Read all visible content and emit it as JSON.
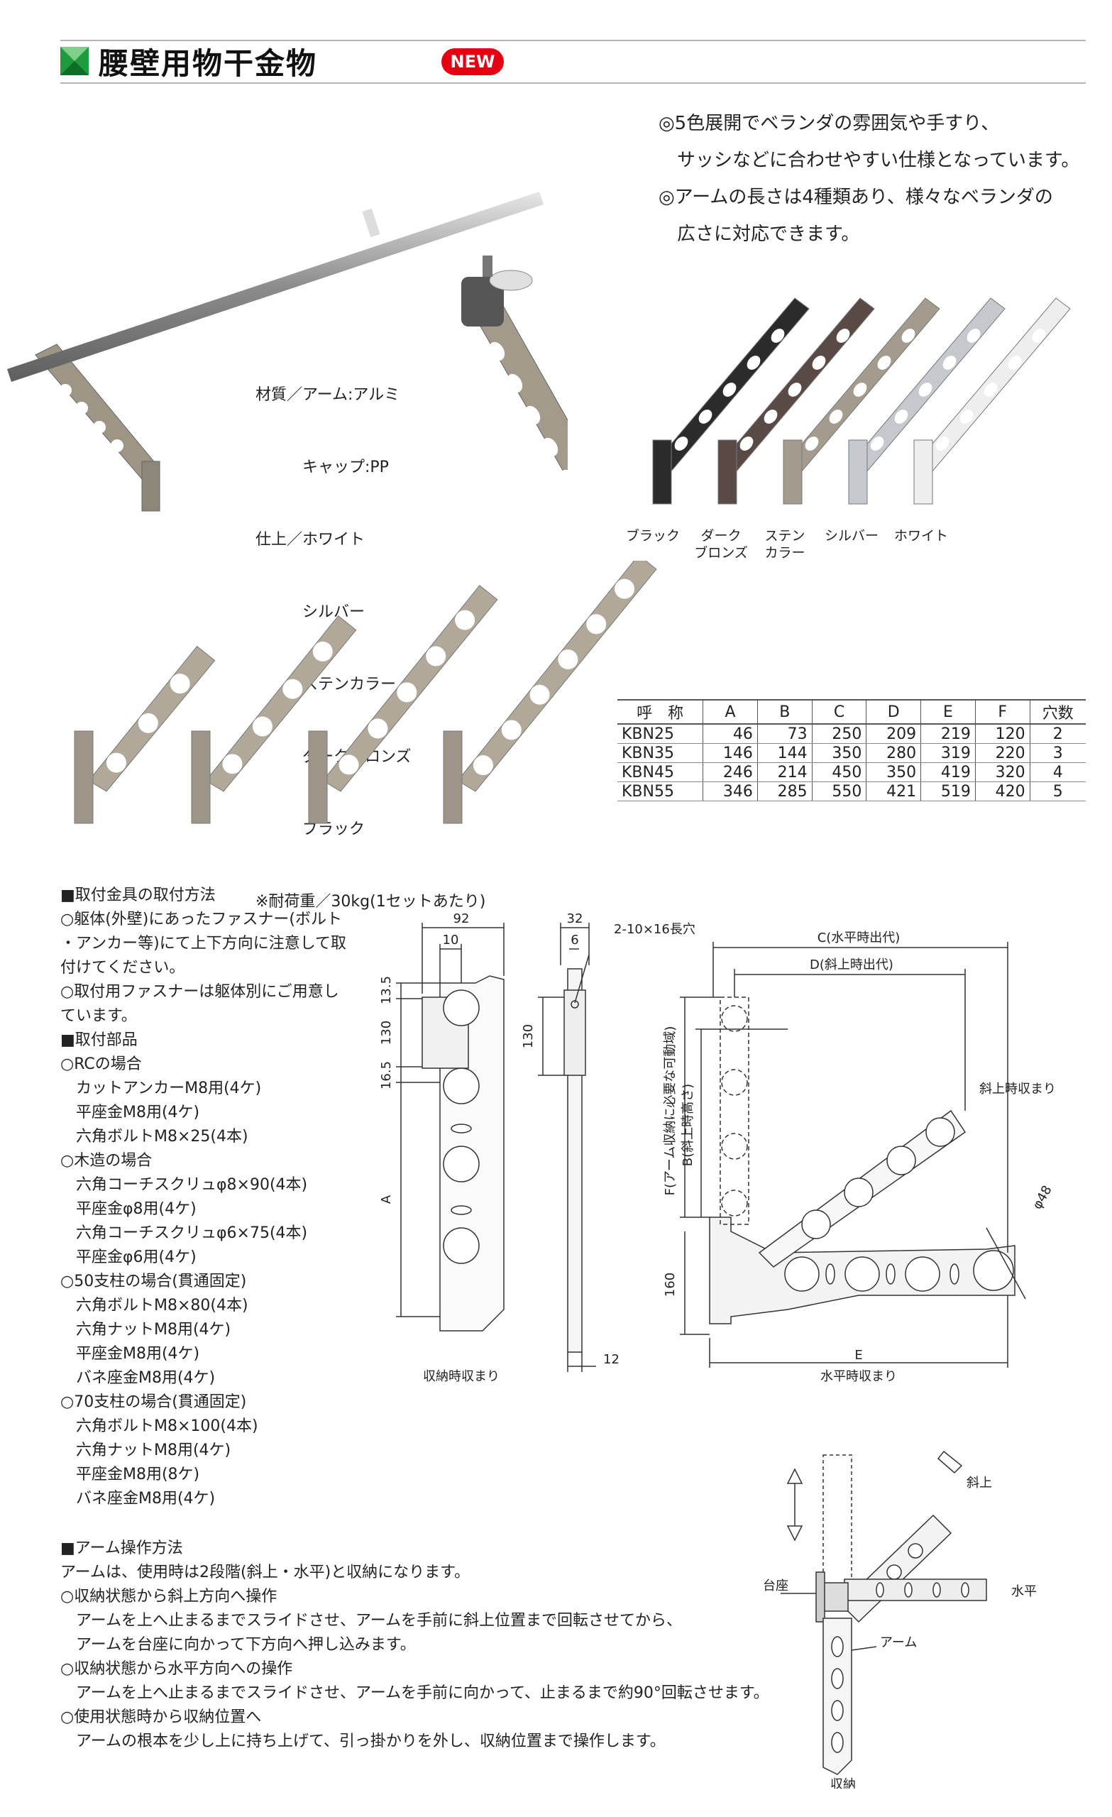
{
  "header": {
    "title": "腰壁用物干金物",
    "badge": "NEW"
  },
  "features": [
    "◎5色展開でベランダの雰囲気や手すり、",
    "　サッシなどに合わせやすい仕様となっています。",
    "◎アームの長さは4種類あり、様々なベランダの",
    "　広さに対応できます。"
  ],
  "material": [
    "材質／アーム:アルミ",
    "　　　キャップ:PP",
    "仕上／ホワイト",
    "　　　シルバー",
    "　　　ステンカラー",
    "　　　ダークブロンズ",
    "　　　ブラック",
    "※耐荷重／30kg(1セットあたり)"
  ],
  "colors": [
    {
      "label": "ブラック",
      "hex": "#2b2b2b"
    },
    {
      "label": "ダーク\nブロンズ",
      "hex": "#5a4a46"
    },
    {
      "label": "ステン\nカラー",
      "hex": "#a39c8e"
    },
    {
      "label": "シルバー",
      "hex": "#c5c8cc"
    },
    {
      "label": "ホワイト",
      "hex": "#eeeeee"
    }
  ],
  "spec_table": {
    "headers": [
      "呼　称",
      "A",
      "B",
      "C",
      "D",
      "E",
      "F",
      "穴数"
    ],
    "rows": [
      [
        "KBN25",
        "46",
        "73",
        "250",
        "209",
        "219",
        "120",
        "2"
      ],
      [
        "KBN35",
        "146",
        "144",
        "350",
        "280",
        "319",
        "220",
        "3"
      ],
      [
        "KBN45",
        "246",
        "214",
        "450",
        "350",
        "419",
        "320",
        "4"
      ],
      [
        "KBN55",
        "346",
        "285",
        "550",
        "421",
        "519",
        "420",
        "5"
      ]
    ]
  },
  "install": {
    "heading": "■取付金具の取付方法",
    "lines": [
      "○躯体(外壁)にあったファスナー(ボルト",
      "・アンカー等)にて上下方向に注意して取",
      "付けてください。",
      "○取付用ファスナーは躯体別にご用意し",
      "ています。"
    ],
    "parts_heading": "■取付部品",
    "groups": [
      {
        "title": "○RCの場合",
        "items": [
          "カットアンカーM8用(4ケ)",
          "平座金M8用(4ケ)",
          "六角ボルトM8×25(4本)"
        ]
      },
      {
        "title": "○木造の場合",
        "items": [
          "六角コーチスクリュφ8×90(4本)",
          "平座金φ8用(4ケ)",
          "六角コーチスクリュφ6×75(4本)",
          "平座金φ6用(4ケ)"
        ]
      },
      {
        "title": "○50支柱の場合(貫通固定)",
        "items": [
          "六角ボルトM8×80(4本)",
          "六角ナットM8用(4ケ)",
          "平座金M8用(4ケ)",
          "バネ座金M8用(4ケ)"
        ]
      },
      {
        "title": "○70支柱の場合(貫通固定)",
        "items": [
          "六角ボルトM8×100(4本)",
          "六角ナットM8用(4ケ)",
          "平座金M8用(8ケ)",
          "バネ座金M8用(4ケ)"
        ]
      }
    ]
  },
  "drawing": {
    "dim_92": "92",
    "dim_10": "10",
    "dim_13_5": "13.5",
    "dim_130": "130",
    "dim_16_5": "16.5",
    "dim_A": "A",
    "caption_left": "収納時収まり",
    "dim_32": "32",
    "dim_6": "6",
    "dim_130b": "130",
    "slot": "2-10×16長穴",
    "dim_12": "12",
    "dim_C": "C(水平時出代)",
    "dim_D": "D(斜上時出代)",
    "dim_F": "F(アーム収納に必要な可動域)",
    "dim_B": "B(斜上時高さ)",
    "dim_160": "160",
    "dim_phi48": "φ48",
    "label_slant": "斜上時収まり",
    "dim_E": "E",
    "caption_right": "水平時収まり"
  },
  "operation": {
    "heading": "■アーム操作方法",
    "lines": [
      {
        "t": "アームは、使用時は2段階(斜上・水平)と収納になります。",
        "i": 0
      },
      {
        "t": "○収納状態から斜上方向へ操作",
        "i": 0
      },
      {
        "t": "アームを上へ止まるまでスライドさせ、アームを手前に斜上位置まで回転させてから、",
        "i": 1
      },
      {
        "t": "アームを台座に向かって下方向へ押し込みます。",
        "i": 1
      },
      {
        "t": "○収納状態から水平方向への操作",
        "i": 0
      },
      {
        "t": "アームを上へ止まるまでスライドさせ、アームを手前に向かって、止まるまで約90°回転させます。",
        "i": 1
      },
      {
        "t": "○使用状態時から収納位置へ",
        "i": 0
      },
      {
        "t": "アームの根本を少し上に持ち上げて、引っ掛かりを外し、収納位置まで操作します。",
        "i": 1
      }
    ]
  },
  "op_diagram": {
    "label_slant": "斜上",
    "label_base": "台座",
    "label_horizontal": "水平",
    "label_arm": "アーム",
    "label_stored": "収納"
  }
}
